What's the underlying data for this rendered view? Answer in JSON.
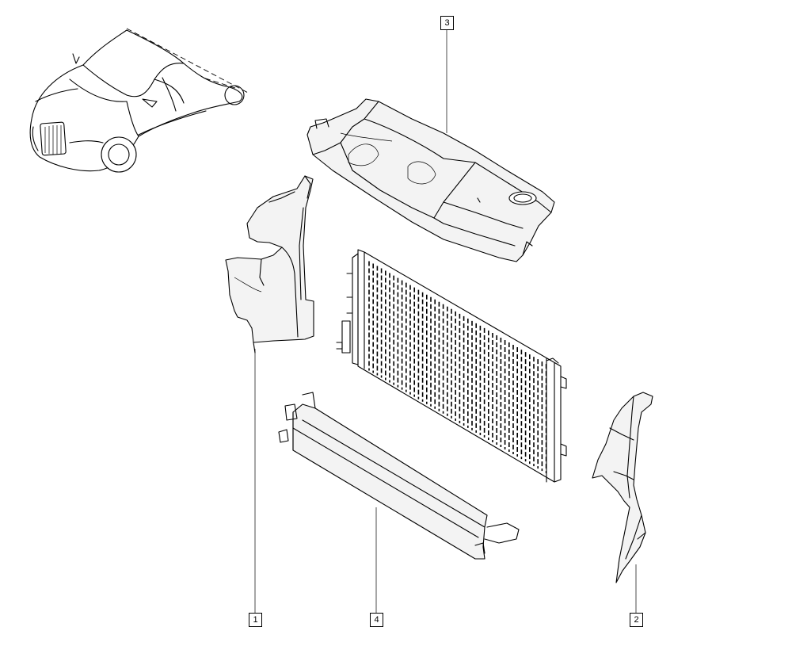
{
  "callouts": [
    {
      "id": "callout-1",
      "label": "1"
    },
    {
      "id": "callout-2",
      "label": "2"
    },
    {
      "id": "callout-3",
      "label": "3"
    },
    {
      "id": "callout-4",
      "label": "4"
    }
  ],
  "parts": [
    {
      "ref": "1",
      "icon": "left-air-deflector-icon"
    },
    {
      "ref": "2",
      "icon": "right-air-deflector-icon"
    },
    {
      "ref": "3",
      "icon": "upper-cross-member-icon"
    },
    {
      "ref": "4",
      "icon": "lower-air-guide-icon"
    }
  ],
  "extra_icons": [
    "vehicle-location-icon",
    "radiator-condenser-icon"
  ]
}
